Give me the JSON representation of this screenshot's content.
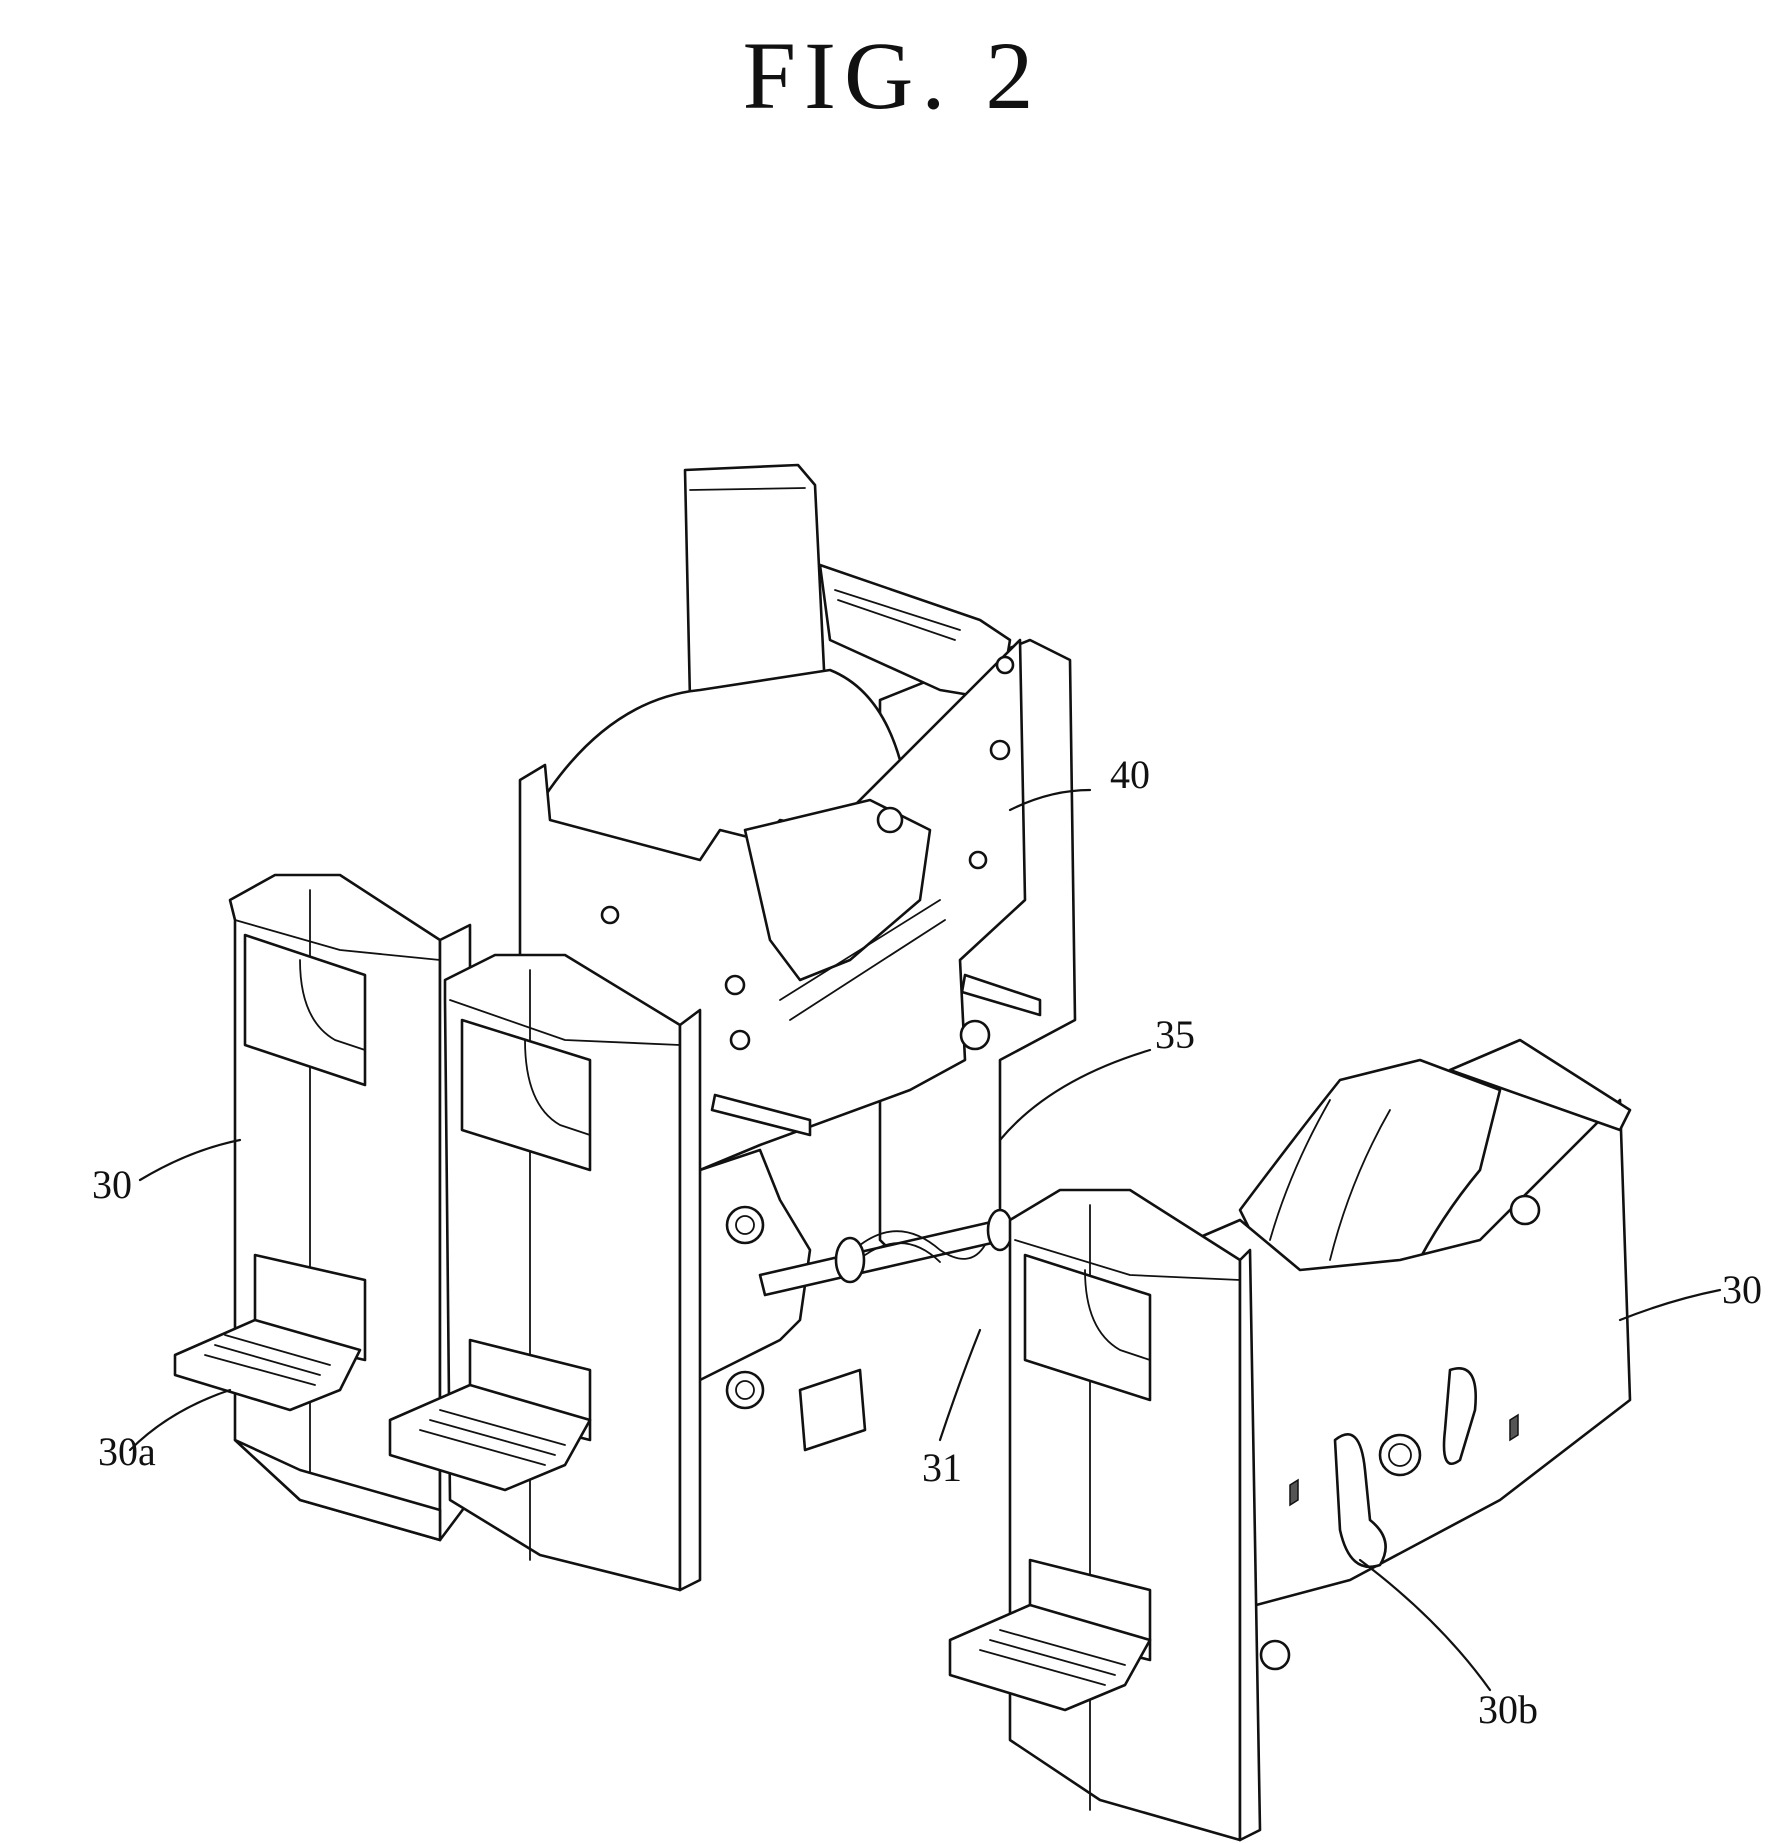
{
  "figure": {
    "title": "FIG. 2"
  },
  "labels": {
    "ref_40": "40",
    "ref_35": "35",
    "ref_30_left": "30",
    "ref_30_right": "30",
    "ref_30a": "30a",
    "ref_31": "31",
    "ref_30b": "30b"
  }
}
